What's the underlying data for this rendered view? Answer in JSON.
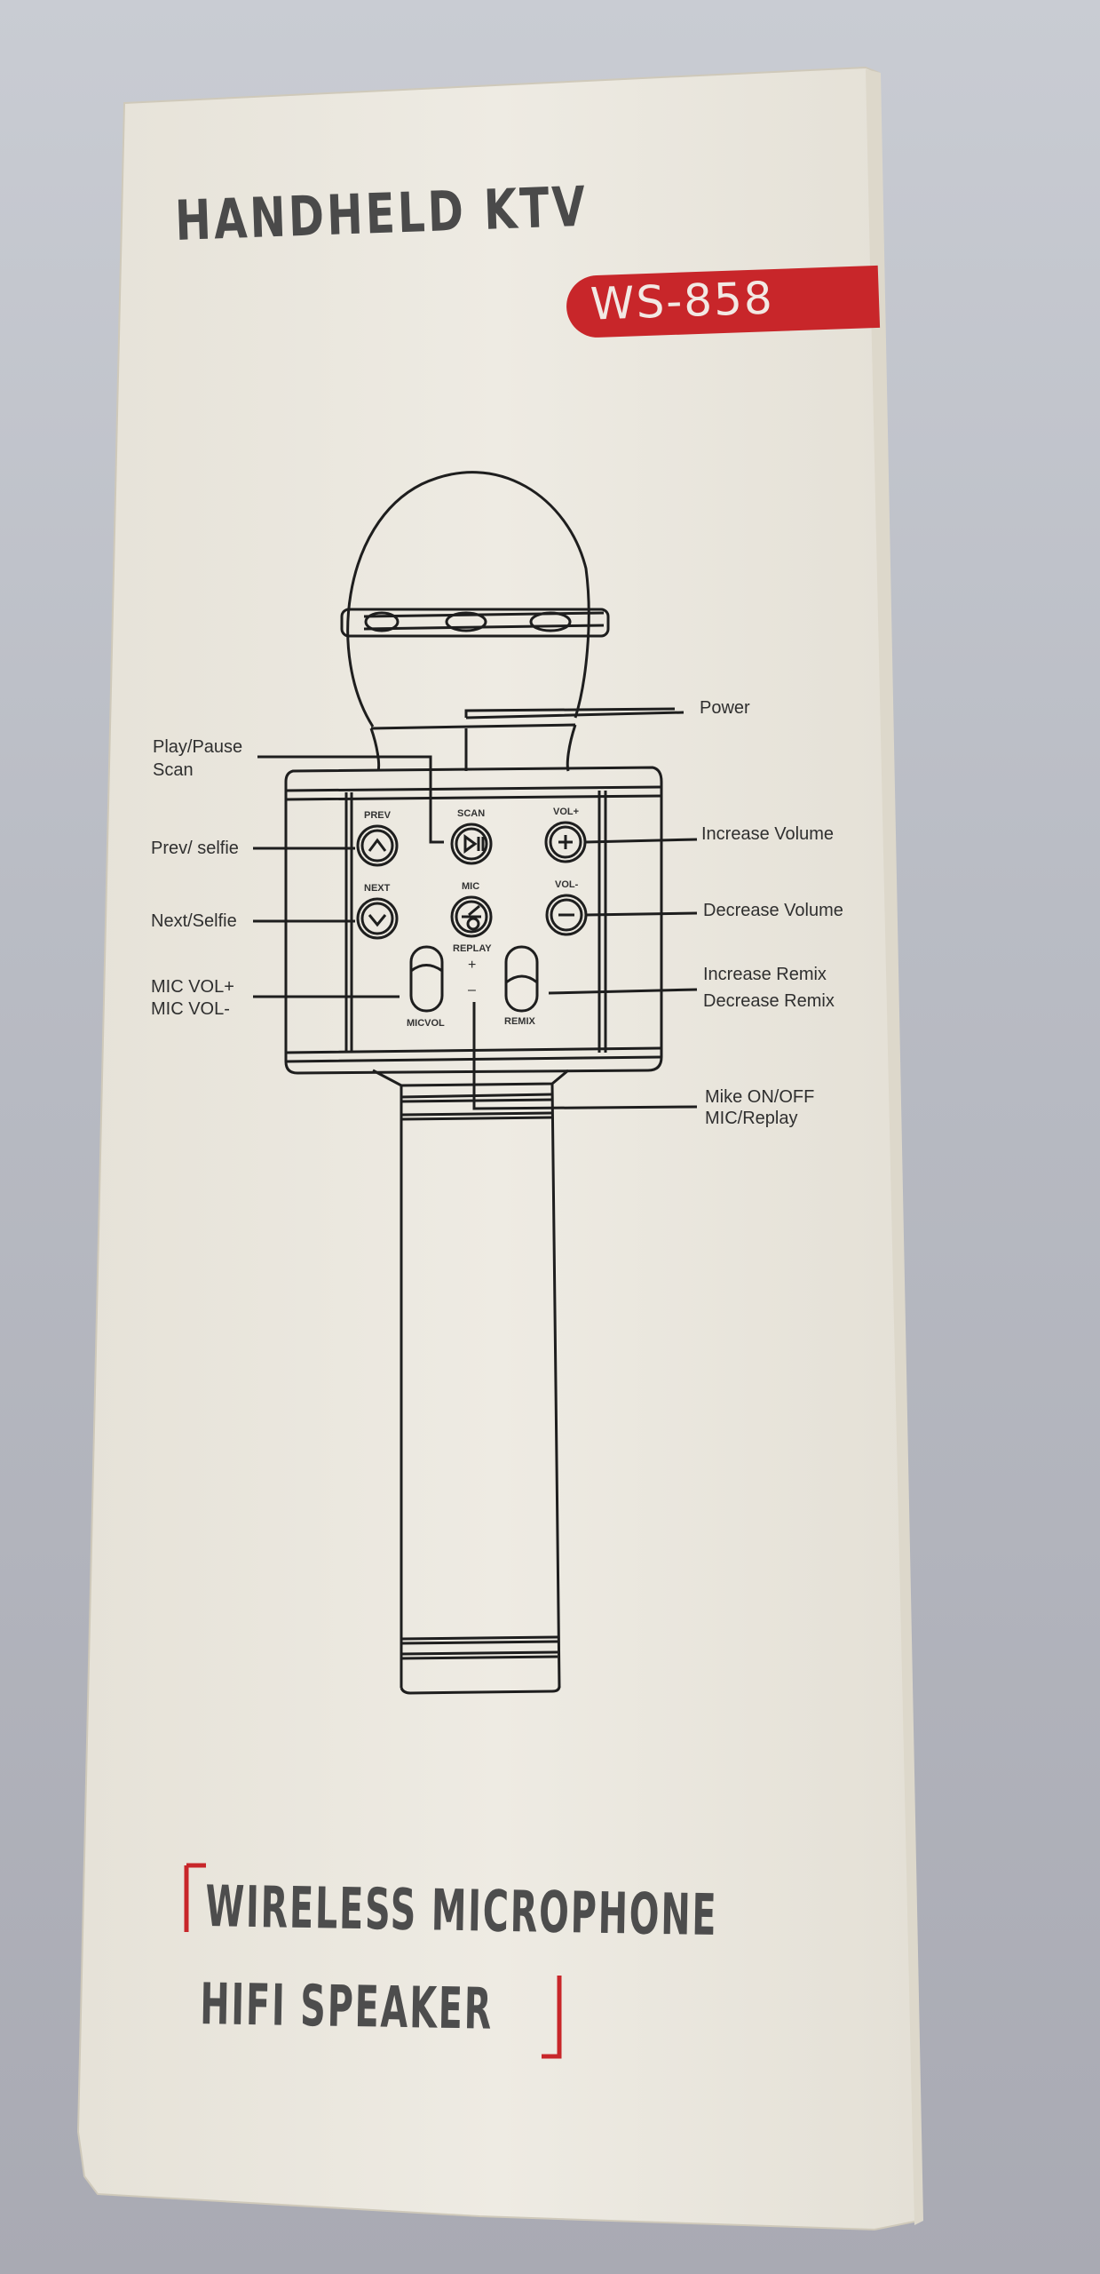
{
  "box": {
    "title": "HANDHELD KTV",
    "model": "WS-858",
    "accent_color": "#c8262a",
    "tagline_line1": "WIRELESS MICROPHONE",
    "tagline_line2": "HIFI SPEAKER"
  },
  "diagram": {
    "buttons": [
      {
        "id": "prev",
        "label": "PREV",
        "icon": "chevron-up-icon"
      },
      {
        "id": "scan",
        "label": "SCAN",
        "icon": "play-pause-icon"
      },
      {
        "id": "vol_up",
        "label": "VOL+",
        "icon": "plus-icon"
      },
      {
        "id": "next",
        "label": "NEXT",
        "icon": "chevron-down-icon"
      },
      {
        "id": "mic",
        "label": "MIC",
        "icon": "microphone-icon"
      },
      {
        "id": "vol_down",
        "label": "VOL-",
        "icon": "minus-icon"
      }
    ],
    "replay_label": "REPLAY",
    "plus_sign": "+",
    "minus_sign": "–",
    "sliders": [
      {
        "id": "micvol",
        "label": "MICVOL"
      },
      {
        "id": "remix",
        "label": "REMIX"
      }
    ],
    "callouts_left": [
      {
        "line1": "Play/Pause",
        "line2": "Scan"
      },
      {
        "line1": "Prev/ selfie"
      },
      {
        "line1": "Next/Selfie"
      },
      {
        "line1": "MIC VOL+",
        "line2": "MIC VOL-"
      }
    ],
    "callouts_right": [
      {
        "line1": "Power"
      },
      {
        "line1": "Increase Volume"
      },
      {
        "line1": "Decrease Volume"
      },
      {
        "line1": "Increase Remix",
        "line2": "Decrease Remix"
      },
      {
        "line1": "Mike ON/OFF",
        "line2": "MIC/Replay"
      }
    ]
  }
}
